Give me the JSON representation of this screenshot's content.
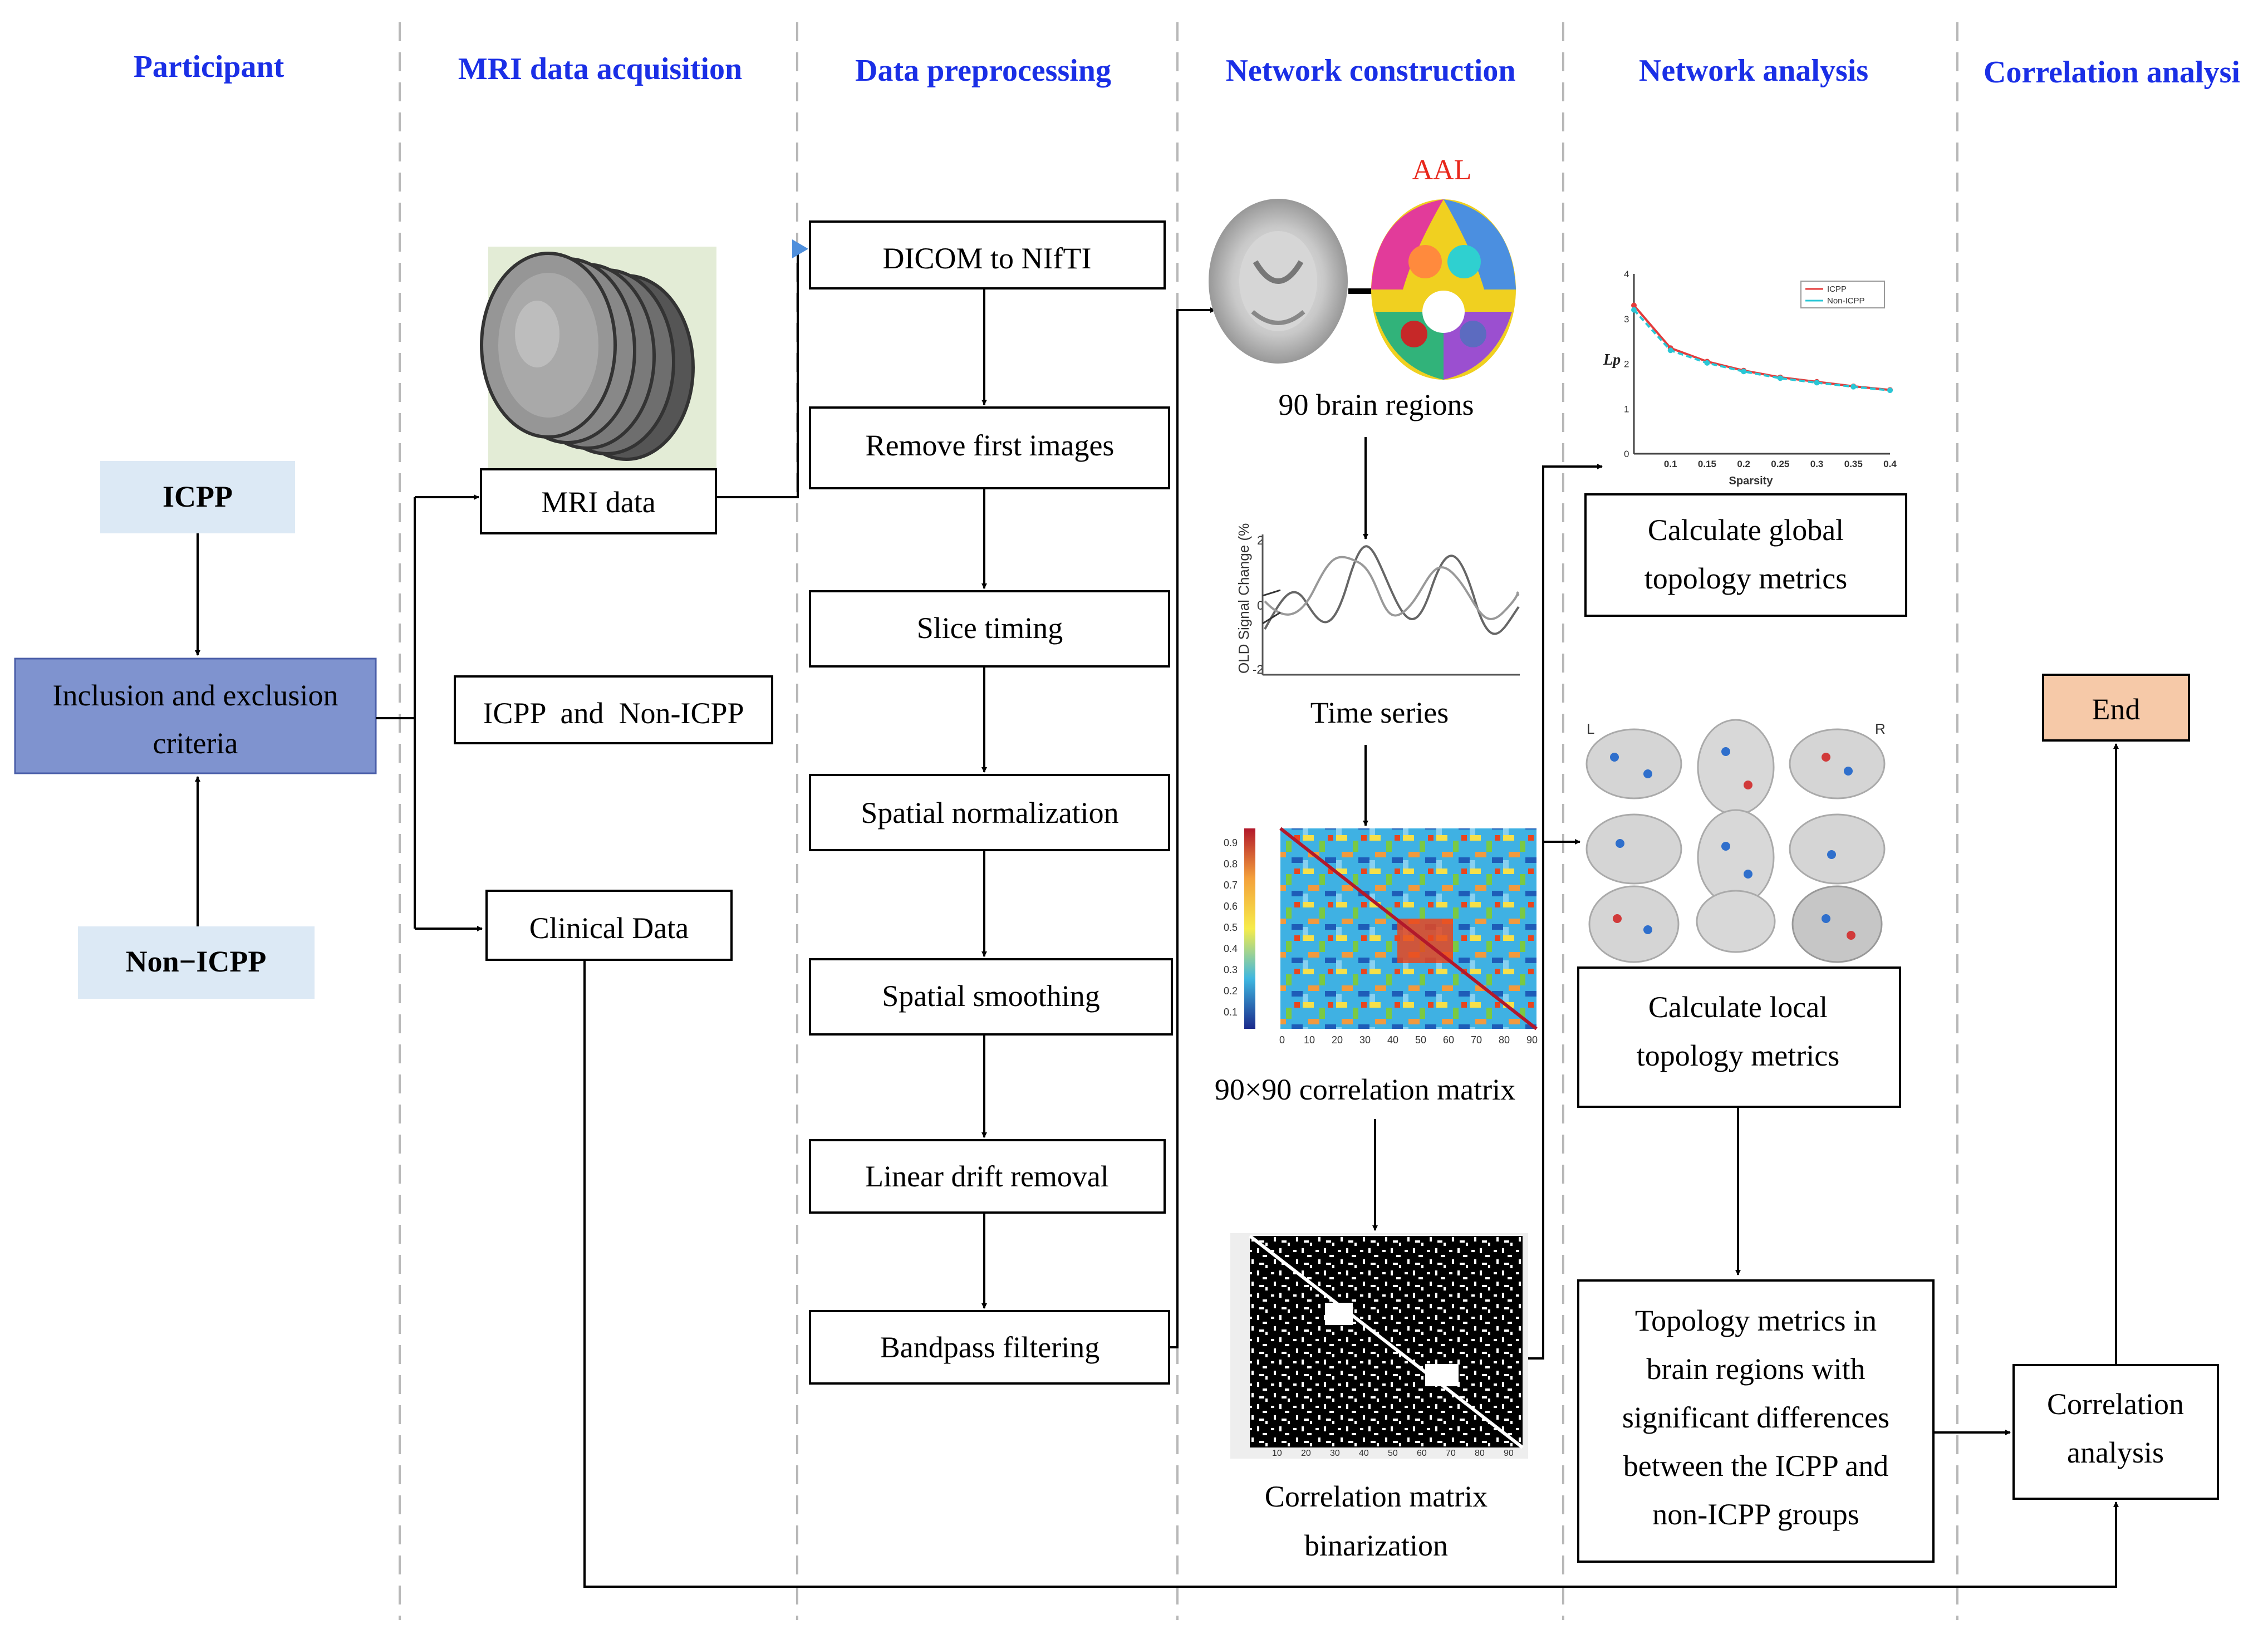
{
  "columns": {
    "participant": "Participant",
    "mri_acquisition": "MRI data acquisition",
    "preprocessing": "Data preprocessing",
    "network_construction": "Network construction",
    "network_analysis": "Network analysis",
    "correlation_analysis": "Correlation analysi"
  },
  "participant": {
    "icpp": "ICPP",
    "criteria_line1": "Inclusion and exclusion",
    "criteria_line2": "criteria",
    "non_icpp": "Non−ICPP"
  },
  "acquisition": {
    "mri_data": "MRI data",
    "groups": "ICPP  and  Non-ICPP",
    "clinical": "Clinical Data"
  },
  "preprocessing_steps": [
    "DICOM to NIfTI",
    "Remove first images",
    "Slice timing",
    "Spatial normalization",
    "Spatial smoothing",
    "Linear drift removal",
    "Bandpass filtering"
  ],
  "construction": {
    "atlas_label": "AAL",
    "regions_caption": "90 brain regions",
    "timeseries_caption": "Time series",
    "timeseries_ylabel": "OLD Signal Change (%",
    "timeseries_yticks": [
      "2",
      "0",
      "-2"
    ],
    "matrix_caption": "90×90 correlation matrix",
    "matrix_colorbar": [
      "0.9",
      "0.8",
      "0.7",
      "0.6",
      "0.5",
      "0.4",
      "0.3",
      "0.2",
      "0.1"
    ],
    "matrix_ticks": [
      "0",
      "10",
      "20",
      "30",
      "40",
      "50",
      "60",
      "70",
      "80",
      "90"
    ],
    "binary_caption_line1": "Correlation matrix",
    "binary_caption_line2": "binarization",
    "binary_ticks": [
      "10",
      "20",
      "30",
      "40",
      "50",
      "60",
      "70",
      "80",
      "90"
    ]
  },
  "analysis": {
    "global_line1": "Calculate global",
    "global_line2": "topology metrics",
    "local_line1": "Calculate local",
    "local_line2": "topology metrics",
    "topo_lines": [
      "Topology metrics in",
      "brain regions with",
      "significant differences",
      "between the ICPP and",
      "non-ICPP groups"
    ],
    "brain_left": "L",
    "brain_right": "R"
  },
  "correlation": {
    "end": "End",
    "analysis_line1": "Correlation",
    "analysis_line2": "analysis"
  },
  "colors": {
    "header_blue": "#1a2fe6",
    "group_box_fill": "#dce9f5",
    "criteria_fill": "#7f93cf",
    "end_fill": "#f6c9a8",
    "aal_red": "#e8271c",
    "series_icpp": "#e43b3b",
    "series_non_icpp": "#29c7d6"
  },
  "chart_data": {
    "type": "line",
    "xlabel": "Sparsity",
    "ylabel": "Lp",
    "x": [
      0.05,
      0.1,
      0.15,
      0.2,
      0.25,
      0.3,
      0.35,
      0.4
    ],
    "xticks": [
      "0.1",
      "0.15",
      "0.2",
      "0.25",
      "0.3",
      "0.35",
      "0.4"
    ],
    "yticks": [
      "0",
      "1",
      "2",
      "3",
      "4"
    ],
    "xlim": [
      0.05,
      0.4
    ],
    "ylim": [
      0,
      4
    ],
    "legend_position": "top-right",
    "series": [
      {
        "name": "ICPP",
        "values": [
          3.3,
          2.35,
          2.05,
          1.85,
          1.7,
          1.6,
          1.5,
          1.42
        ]
      },
      {
        "name": "Non-ICPP",
        "values": [
          3.2,
          2.3,
          2.02,
          1.83,
          1.68,
          1.58,
          1.49,
          1.41
        ]
      }
    ]
  }
}
